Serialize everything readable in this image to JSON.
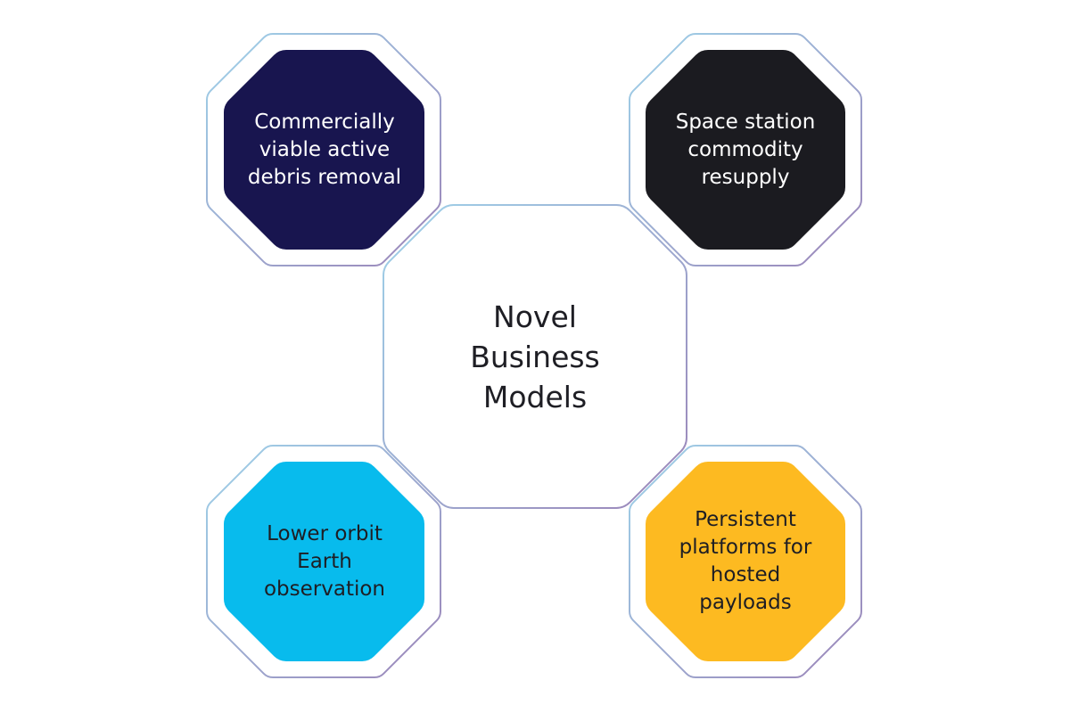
{
  "diagram": {
    "center": {
      "title": "Novel\nBusiness\nModels"
    },
    "nodes": [
      {
        "id": "top-left",
        "label": "Commercially\nviable active\ndebris removal",
        "fill": "#18154f",
        "text_color": "#ffffff"
      },
      {
        "id": "top-right",
        "label": "Space station\ncommodity\nresupply",
        "fill": "#1b1b20",
        "text_color": "#ffffff"
      },
      {
        "id": "bottom-left",
        "label": "Lower orbit\nEarth\nobservation",
        "fill": "#08bbed",
        "text_color": "#1e1e24"
      },
      {
        "id": "bottom-right",
        "label": "Persistent\nplatforms for\nhosted\npayloads",
        "fill": "#fdba21",
        "text_color": "#1e1e24"
      }
    ],
    "outline_colors": {
      "start": "#9fd3ea",
      "end": "#9b84b8"
    }
  }
}
